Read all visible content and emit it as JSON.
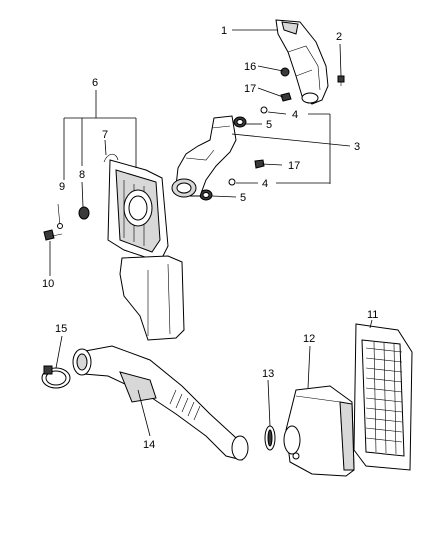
{
  "diagram": {
    "callouts": [
      "1",
      "2",
      "3",
      "4",
      "4",
      "5",
      "5",
      "6",
      "7",
      "8",
      "9",
      "10",
      "11",
      "12",
      "13",
      "14",
      "15",
      "16",
      "17",
      "17"
    ]
  }
}
